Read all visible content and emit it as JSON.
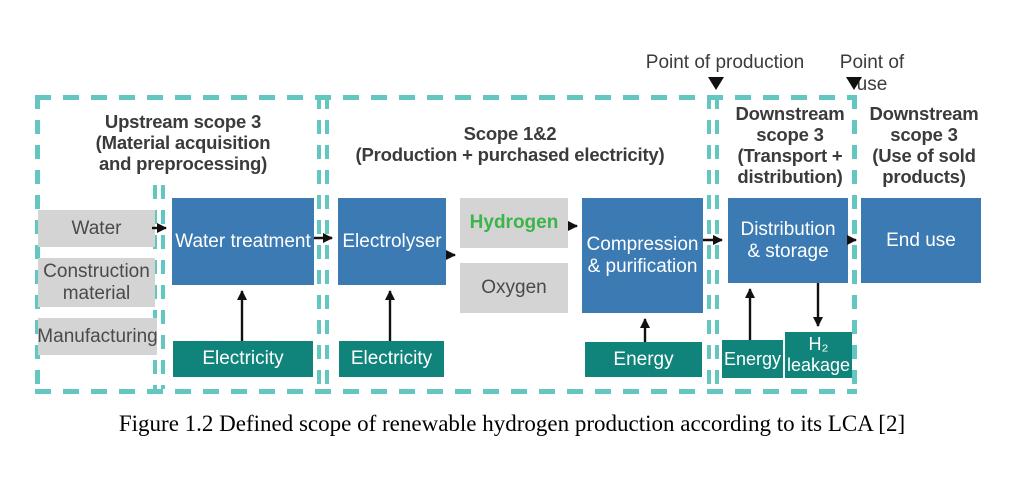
{
  "markers": {
    "point_of_production": "Point of production",
    "point_of_use": "Point of use"
  },
  "sections": {
    "upstream": {
      "lines": [
        "Upstream scope 3",
        "(Material acquisition",
        "and preprocessing)"
      ]
    },
    "scope12": {
      "lines": [
        "Scope 1&2",
        "(Production + purchased electricity)"
      ]
    },
    "downstream_transport": {
      "lines": [
        "Downstream",
        "scope 3",
        "(Transport +",
        "distribution)"
      ]
    },
    "downstream_use": {
      "lines": [
        "Downstream",
        "scope 3",
        "(Use of sold",
        "products)"
      ]
    }
  },
  "boxes": {
    "water": {
      "label": "Water"
    },
    "construction_material": {
      "lines": [
        "Construction",
        "material"
      ]
    },
    "manufacturing": {
      "label": "Manufacturing"
    },
    "water_treatment": {
      "label": "Water treatment"
    },
    "electricity_upstream": {
      "label": "Electricity"
    },
    "electrolyser": {
      "label": "Electrolyser"
    },
    "electricity_scope12": {
      "label": "Electricity"
    },
    "hydrogen": {
      "label": "Hydrogen"
    },
    "oxygen": {
      "label": "Oxygen"
    },
    "compression": {
      "lines": [
        "Compression",
        "& purification"
      ]
    },
    "energy_compression": {
      "label": "Energy"
    },
    "distribution": {
      "lines": [
        "Distribution",
        "& storage"
      ]
    },
    "energy_distribution": {
      "label": "Energy"
    },
    "h2_leakage": {
      "lines": [
        "H₂",
        "leakage"
      ]
    },
    "end_use": {
      "label": "End use"
    }
  },
  "caption": "Figure 1.2 Defined scope of renewable hydrogen production according to its LCA [2]",
  "colors": {
    "process_blue": "#3b7ab2",
    "energy_teal": "#10847b",
    "input_gray": "#d4d4d4",
    "boundary_dash_teal": "#64c6c1",
    "hydrogen_green": "#3cb44a",
    "header_text": "#3b3b3b",
    "arrow_black": "#111111"
  }
}
